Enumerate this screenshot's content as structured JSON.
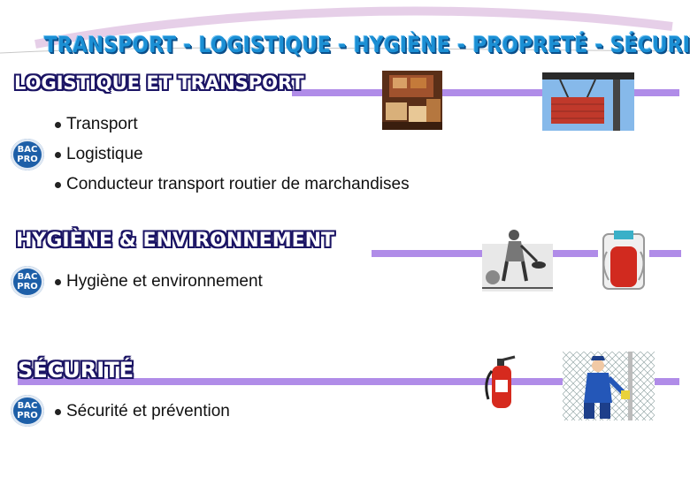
{
  "main_title": "TRANSPORT - LOGISTIQUE - HYGIÈNE - PROPRETÉ - SÉCURITÉ",
  "badge": {
    "line1": "BAC",
    "line2": "PRO"
  },
  "sections": {
    "logistique": {
      "heading": "LOGISTIQUE ET TRANSPORT",
      "items": [
        "Transport",
        "Logistique",
        "Conducteur transport routier de marchandises"
      ]
    },
    "hygiene": {
      "heading": "HYGIÈNE & ENVIRONNEMENT",
      "items": [
        "Hygiène et environnement"
      ]
    },
    "securite": {
      "heading": "SÉCURITÉ",
      "items": [
        "Sécurité et prévention"
      ]
    }
  },
  "colors": {
    "bar": "#b08ce8",
    "title": "#1b8fd4",
    "badge": "#1d5fa8",
    "heading_outline": "#1b1464"
  },
  "illustrations": [
    "warehouse-boxes-photo",
    "container-crane-photo",
    "cleaning-worker-illustration",
    "fire-extinguisher-cabinet-illustration",
    "fire-extinguisher-illustration",
    "security-guard-fence-illustration"
  ]
}
